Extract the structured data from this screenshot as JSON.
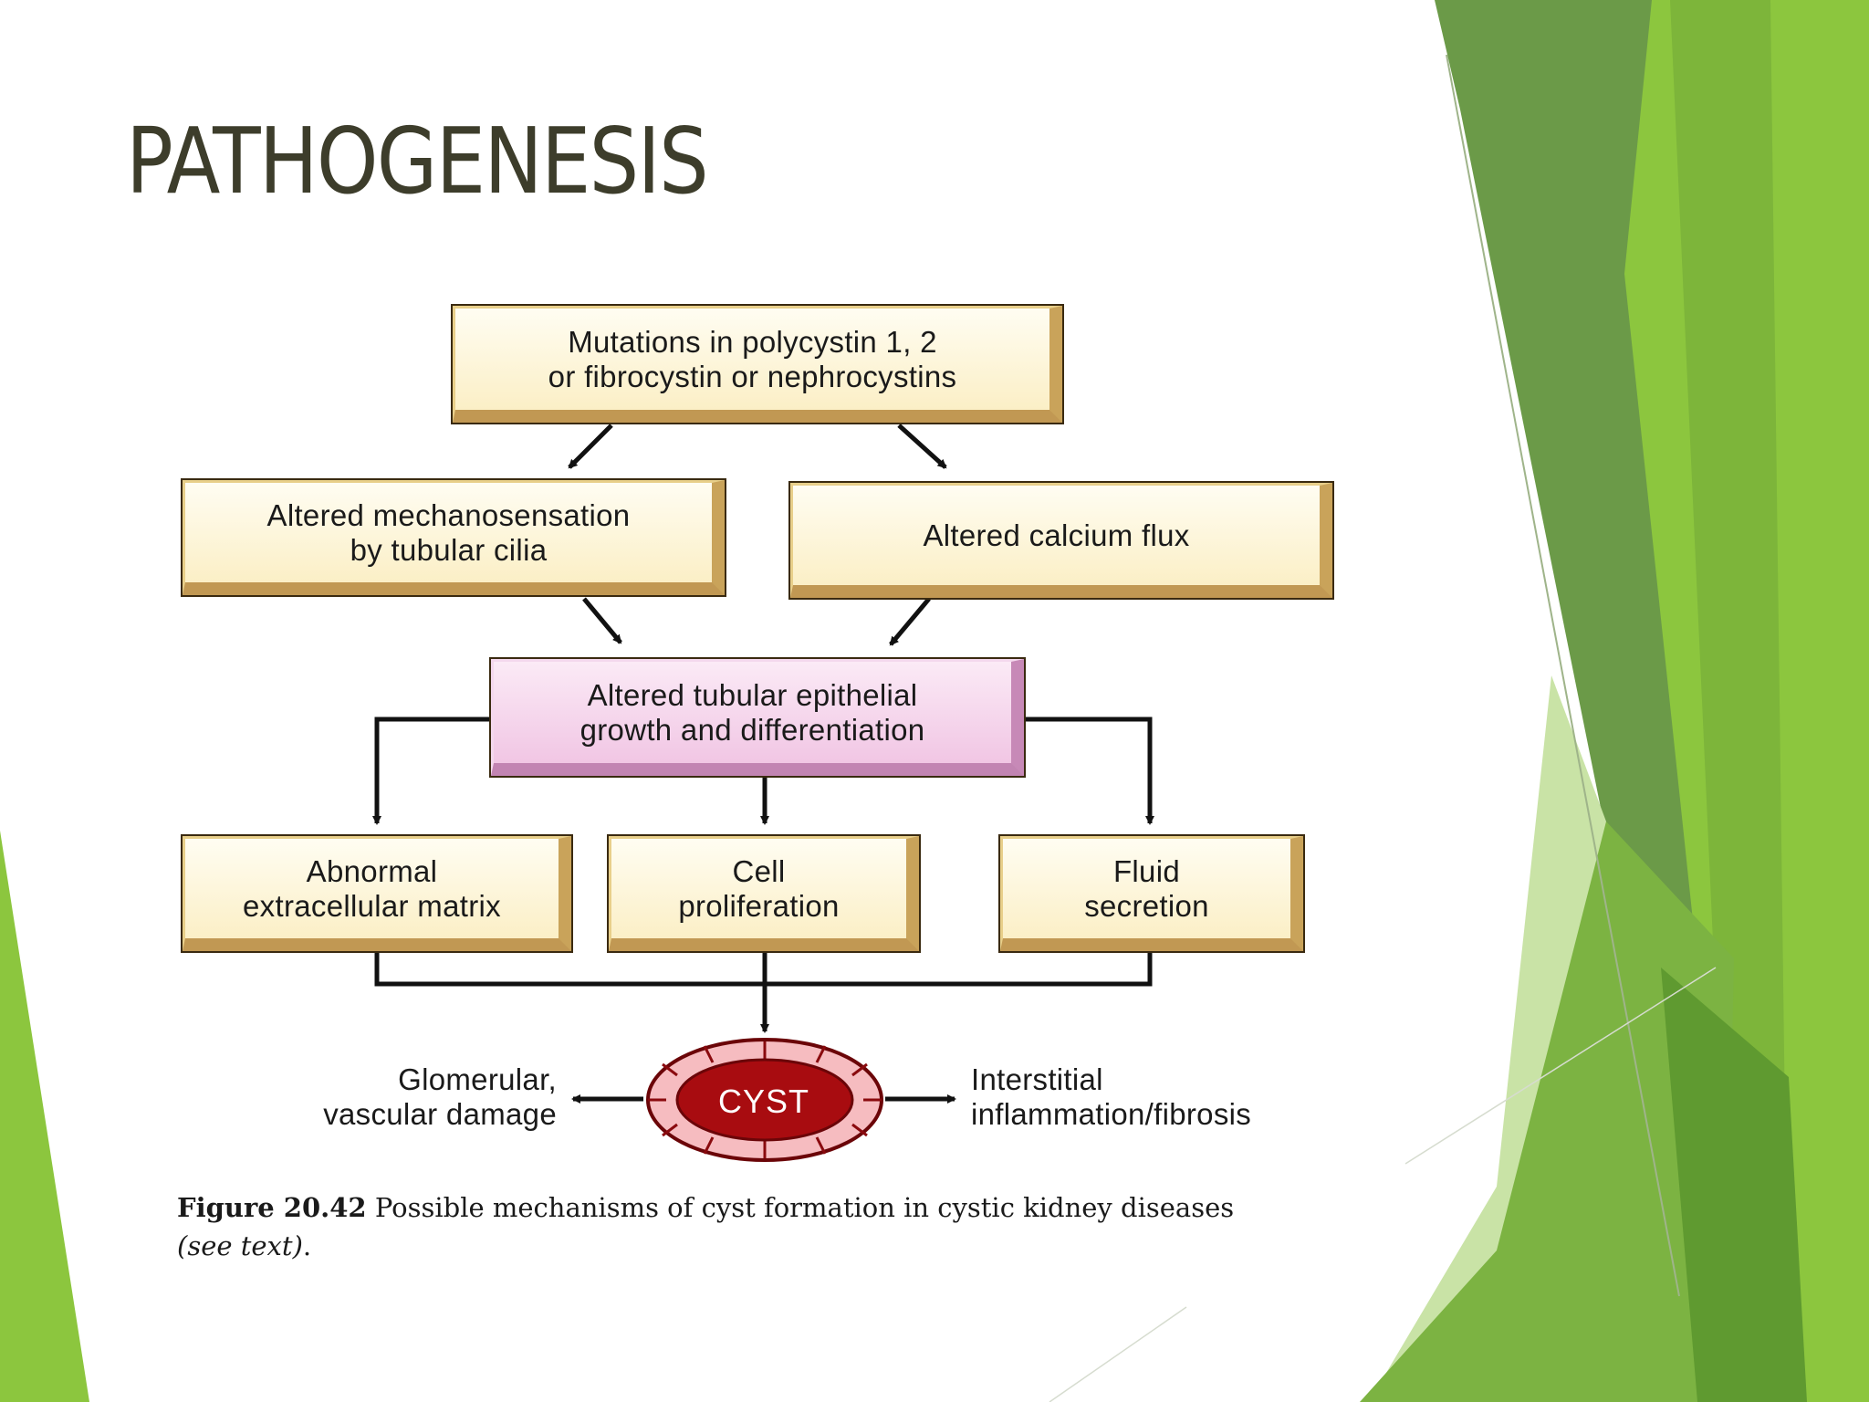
{
  "slide": {
    "title": "PATHOGENESIS",
    "colors": {
      "title": "#3d3d2b",
      "accent_dark_green": "#6b9a48",
      "accent_light_green": "#8cc63e",
      "box_fill": "#fbefc6",
      "pink_box_fill": "#f1c6e4",
      "cyst_red": "#a80c10"
    }
  },
  "diagram": {
    "top_box": "Mutations in polycystin 1, 2\nor fibrocystin or nephrocystins",
    "left_box": "Altered mechanosensation\nby tubular cilia",
    "right_box": "Altered calcium flux",
    "center_box": "Altered tubular epithelial\ngrowth and differentiation",
    "bottom_left_box": "Abnormal\nextracellular matrix",
    "bottom_middle_box": "Cell\nproliferation",
    "bottom_right_box": "Fluid\nsecretion",
    "cyst_label": "CYST",
    "left_outcome": "Glomerular,\nvascular damage",
    "right_outcome": "Interstitial\ninflammation/fibrosis"
  },
  "caption": {
    "figure_number": "Figure 20.42",
    "text": " Possible mechanisms of cyst formation in cystic kidney diseases ",
    "italic_text": "(see text)",
    "end": "."
  }
}
